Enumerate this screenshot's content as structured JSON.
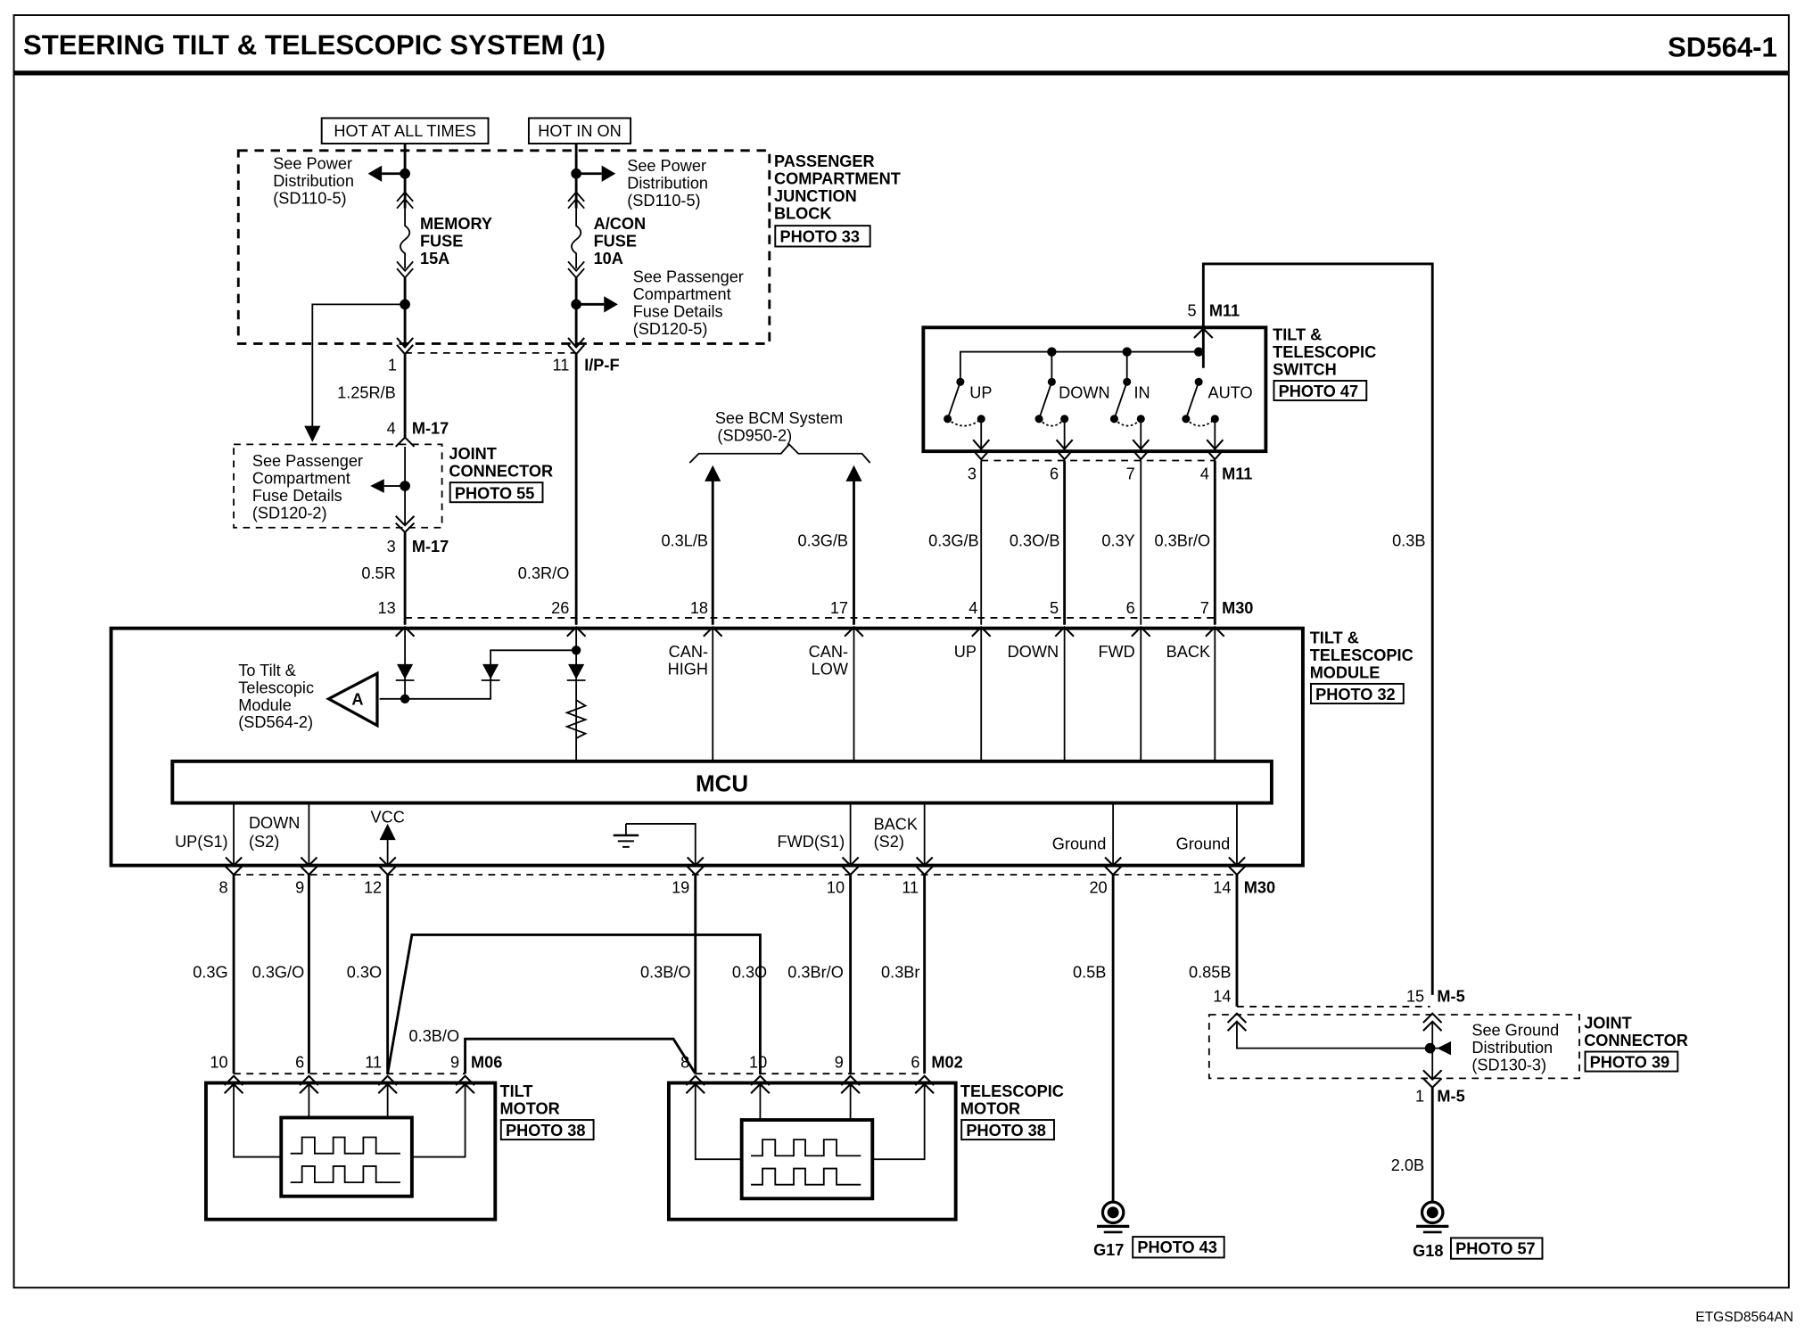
{
  "header": {
    "title": "STEERING TILT & TELESCOPIC SYSTEM (1)",
    "page_code": "SD564-1",
    "footer_code": "ETGSD8564AN"
  },
  "power": {
    "hot_at_all_times": "HOT AT ALL TIMES",
    "hot_in_on": "HOT IN ON",
    "left_ref": [
      "See Power",
      "Distribution",
      "(SD110-5)"
    ],
    "right_ref": [
      "See Power",
      "Distribution",
      "(SD110-5)"
    ],
    "memory_fuse": [
      "MEMORY",
      "FUSE",
      "15A"
    ],
    "acon_fuse": [
      "A/CON",
      "FUSE",
      "10A"
    ],
    "fuse_details_ref": [
      "See Passenger",
      "Compartment",
      "Fuse Details",
      "(SD120-5)"
    ],
    "junction_block": [
      "PASSENGER",
      "COMPARTMENT",
      "JUNCTION",
      "BLOCK"
    ],
    "junction_photo": "PHOTO 33",
    "pin_1": "1",
    "pin_11": "11",
    "connector_ipf": "I/P-F",
    "wire_125rb": "1.25R/B",
    "wire_03ro": "0.3R/O"
  },
  "joint_connector_m17": {
    "pin_top": "4",
    "pin_bottom": "3",
    "connector": "M-17",
    "ref": [
      "See Passenger",
      "Compartment",
      "Fuse Details",
      "(SD120-2)"
    ],
    "label": [
      "JOINT",
      "CONNECTOR"
    ],
    "photo": "PHOTO 55",
    "wire_05r": "0.5R"
  },
  "bcm": {
    "ref": [
      "See BCM System",
      "(SD950-2)"
    ],
    "wires": [
      "0.3L/B",
      "0.3G/B"
    ],
    "pins": [
      "18",
      "17"
    ]
  },
  "switch": {
    "label": [
      "TILT &",
      "TELESCOPIC",
      "SWITCH"
    ],
    "photo": "PHOTO 47",
    "connector": "M11",
    "top_pin": "5",
    "positions": [
      "UP",
      "DOWN",
      "IN",
      "AUTO"
    ],
    "bottom_pins": [
      "3",
      "6",
      "7",
      "4"
    ],
    "wires": [
      "0.3G/B",
      "0.3O/B",
      "0.3Y",
      "0.3Br/O"
    ],
    "module_pins": [
      "4",
      "5",
      "6",
      "7"
    ],
    "ground_wire": "0.3B"
  },
  "module": {
    "label": [
      "TILT &",
      "TELESCOPIC",
      "MODULE"
    ],
    "photo": "PHOTO 32",
    "connector": "M30",
    "top_pins": [
      "13",
      "26"
    ],
    "mcu": "MCU",
    "ref_a": [
      "To Tilt &",
      "Telescopic",
      "Module",
      "(SD564-2)"
    ],
    "ref_a_letter": "A",
    "inputs": [
      "CAN-",
      "HIGH",
      "CAN-",
      "LOW",
      "UP",
      "DOWN",
      "FWD",
      "BACK"
    ],
    "outputs": {
      "up_s1": "UP(S1)",
      "down_s2": [
        "DOWN",
        "(S2)"
      ],
      "vcc": "VCC",
      "fwd_s1": "FWD(S1)",
      "back_s2": [
        "BACK",
        "(S2)"
      ],
      "ground1": "Ground",
      "ground2": "Ground"
    },
    "bottom_pins": [
      "8",
      "9",
      "12",
      "19",
      "10",
      "11",
      "20",
      "14"
    ]
  },
  "harness": {
    "wires_left": [
      "0.3G",
      "0.3G/O",
      "0.3O"
    ],
    "wires_mid": [
      "0.3B/O",
      "0.3O",
      "0.3Br/O",
      "0.3Br"
    ],
    "wire_cross": "0.3B/O",
    "wire_g17": "0.5B",
    "wire_085b": "0.85B",
    "wire_20b": "2.0B"
  },
  "tilt_motor": {
    "label": [
      "TILT",
      "MOTOR"
    ],
    "photo": "PHOTO 38",
    "connector": "M06",
    "pins": [
      "10",
      "6",
      "11",
      "9"
    ]
  },
  "telescopic_motor": {
    "label": [
      "TELESCOPIC",
      "MOTOR"
    ],
    "photo": "PHOTO 38",
    "connector": "M02",
    "pins": [
      "8",
      "10",
      "9",
      "6"
    ]
  },
  "joint_connector_m5": {
    "connector": "M-5",
    "pins": [
      "14",
      "15",
      "1"
    ],
    "ref": [
      "See Ground",
      "Distribution",
      "(SD130-3)"
    ],
    "label": [
      "JOINT",
      "CONNECTOR"
    ],
    "photo": "PHOTO 39"
  },
  "grounds": [
    {
      "name": "G17",
      "photo": "PHOTO 43"
    },
    {
      "name": "G18",
      "photo": "PHOTO 57"
    }
  ]
}
